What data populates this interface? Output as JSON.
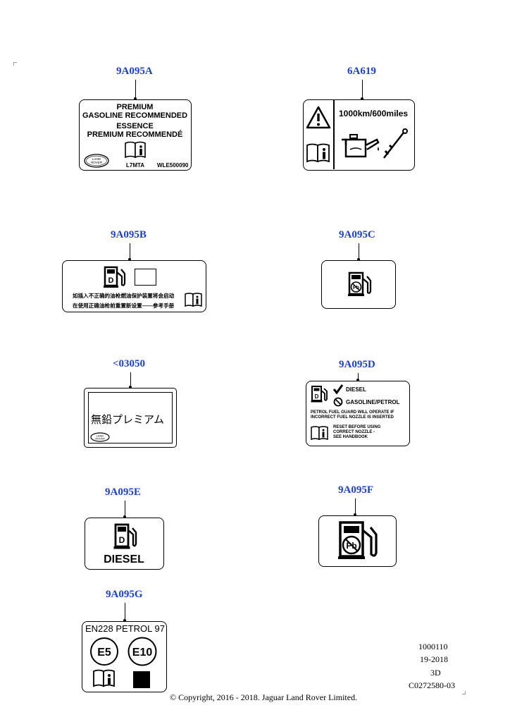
{
  "callouts": {
    "a": "9A095A",
    "b": "6A619",
    "c": "9A095B",
    "d": "9A095C",
    "e": "<03050",
    "f": "9A095D",
    "g": "9A095E",
    "h": "9A095F",
    "i": "9A095G"
  },
  "label_9a095a": {
    "line1": "PREMIUM",
    "line2": "GASOLINE RECOMMENDED",
    "line3": "ESSENCE",
    "line4": "PREMIUM RECOMMENDÉ",
    "code1": "L7MTA",
    "code2": "WLE500090",
    "logo_text_1": "LAND",
    "logo_text_2": "ROVER"
  },
  "label_6a619": {
    "interval": "1000km/600miles"
  },
  "label_9a095b": {
    "fuel_letter": "D",
    "line1": "如插入不正确的油枪燃油保护装置将会启动",
    "line2": "在使用正确油枪前重置新设置——参考手册"
  },
  "label_03050": {
    "text": "無鉛プレミアム",
    "logo_text_1": "LAND",
    "logo_text_2": "ROVER"
  },
  "label_9a095d": {
    "fuel_letter": "D",
    "allowed": "DIESEL",
    "prohibited": "GASOLINE/PETROL",
    "warning1": "PETROL FUEL GUARD WILL OPERATE IF",
    "warning2": "INCORRECT FUEL NOZZLE IS INSERTED",
    "reset1": "RESET BEFORE USING",
    "reset2": "CORRECT NOZZLE -",
    "reset3": "SEE HANDBOOK"
  },
  "label_9a095e": {
    "fuel_letter": "D",
    "text": "DIESEL"
  },
  "label_9a095g": {
    "title": "EN228 PETROL 97",
    "badge1": "E5",
    "badge2": "E10"
  },
  "footer": {
    "ref1": "1000110",
    "ref2": "19-2018",
    "ref3": "3D",
    "ref4": "C0272580-03",
    "copyright": "© Copyright, 2016 - 2018. Jaguar Land Rover Limited."
  },
  "icons": [
    "warning-triangle-icon",
    "handbook-info-icon",
    "oil-can-icon",
    "dipstick-icon",
    "fuel-pump-icon",
    "check-icon",
    "prohibited-icon",
    "land-rover-logo"
  ]
}
